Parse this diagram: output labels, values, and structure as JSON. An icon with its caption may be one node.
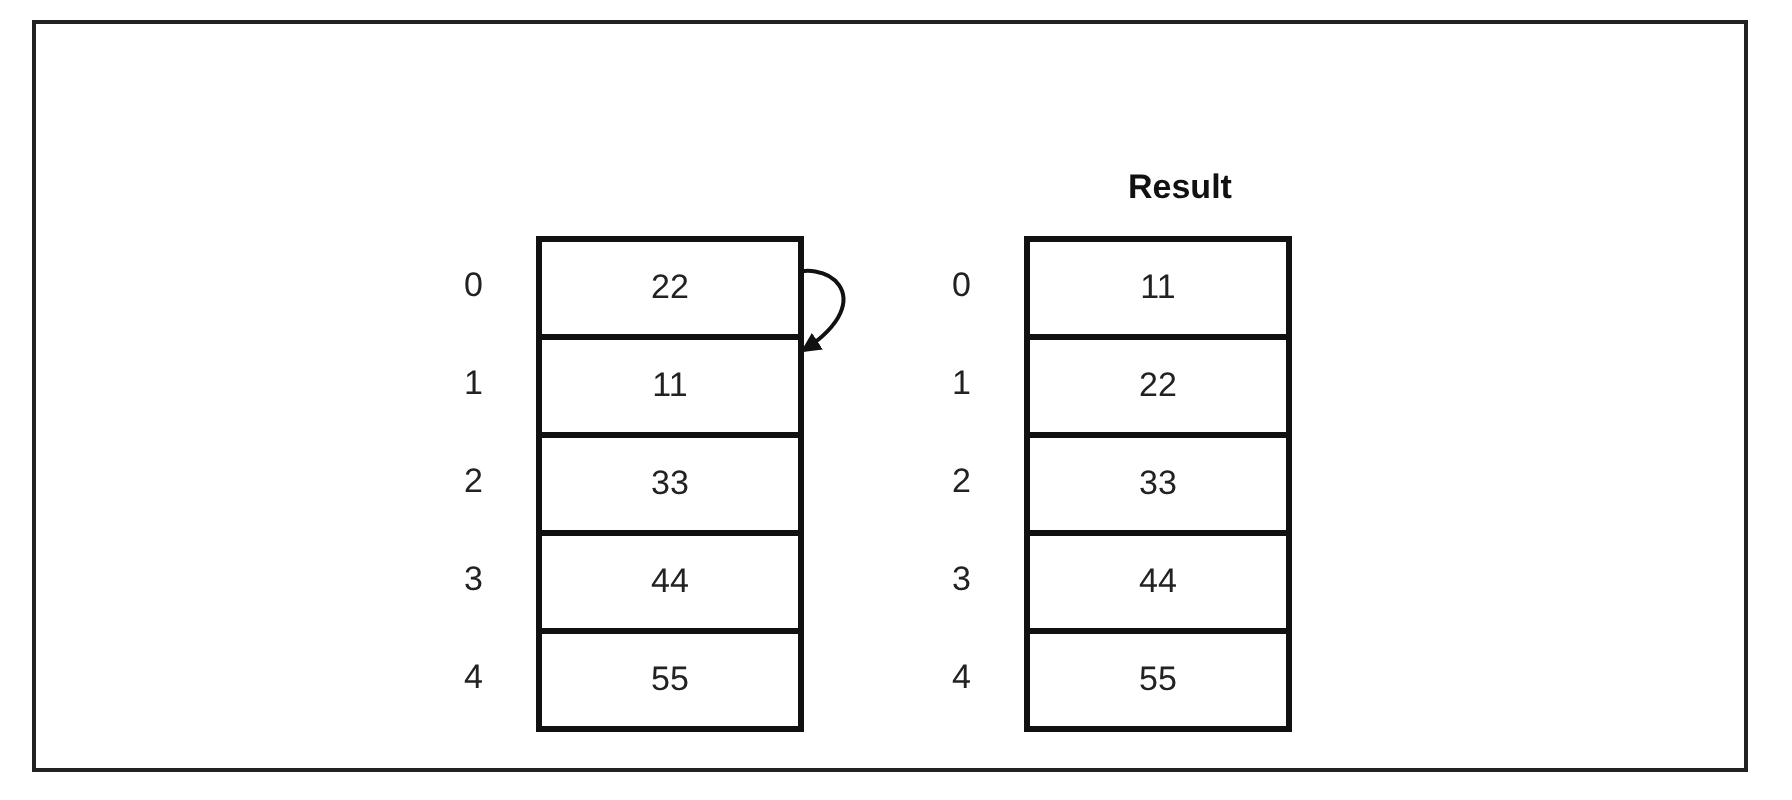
{
  "diagram": {
    "nodes": [
      {
        "text": [
          "22"
        ]
      },
      {
        "text": [
          "11"
        ]
      },
      {
        "text": [
          "33"
        ]
      },
      {
        "text": [
          "44"
        ]
      },
      {
        "text": [
          "55"
        ]
      },
      {
        "text": [
          "Result"
        ]
      },
      {
        "text": [
          "11"
        ],
        "in": 5
      },
      {
        "text": [
          "22"
        ],
        "in": 5
      },
      {
        "text": [
          "33"
        ],
        "in": 5
      },
      {
        "text": [
          "44"
        ],
        "in": 5
      },
      {
        "text": [
          "55"
        ],
        "in": 5
      }
    ],
    "edges": [
      {
        "from": 0,
        "to": 1,
        "arrow": "to"
      }
    ],
    "labels": [
      "0",
      "0",
      "1",
      "1",
      "2",
      "2",
      "3",
      "3",
      "4",
      "4"
    ]
  }
}
